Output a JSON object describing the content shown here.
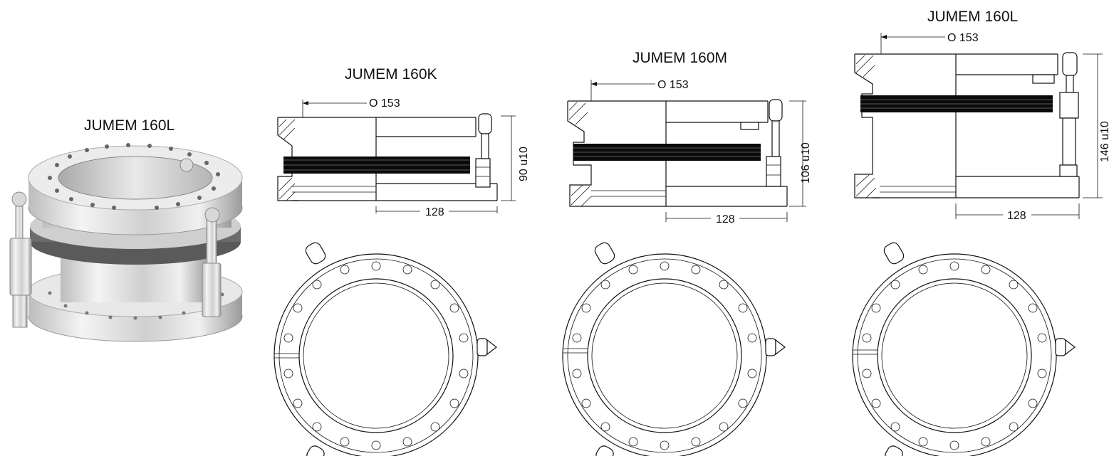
{
  "photo": {
    "title": "JUMEM 160L"
  },
  "drawings": [
    {
      "id": "k",
      "title": "JUMEM 160K",
      "diameter_label": "O 153",
      "height_label": "90 u10",
      "width_label": "128"
    },
    {
      "id": "m",
      "title": "JUMEM 160M",
      "diameter_label": "O 153",
      "height_label": "106 u10",
      "width_label": "128"
    },
    {
      "id": "l",
      "title": "JUMEM 160L",
      "diameter_label": "O 153",
      "height_label": "146 u10",
      "width_label": "128"
    }
  ],
  "colors": {
    "line": "#111111",
    "bellows": "#0a0a0a",
    "steel_light": "#e6e6e6",
    "steel_dark": "#8c8c8c"
  }
}
